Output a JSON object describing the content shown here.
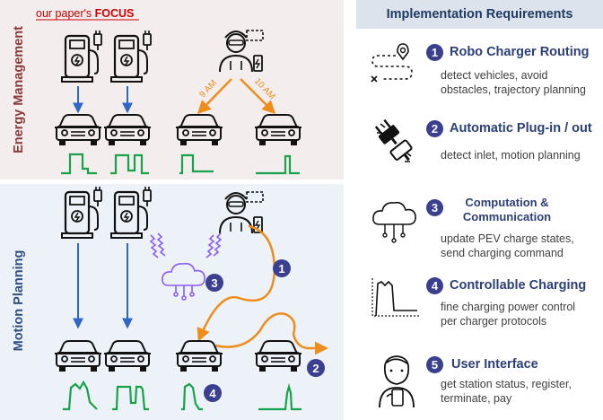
{
  "focus_label_prefix": "our paper's ",
  "focus_label_bold": "FOCUS",
  "left": {
    "top_section_label": "Energy Management",
    "bottom_section_label": "Motion Planning",
    "time_labels": [
      "9 AM",
      "10 AM"
    ],
    "step_numbers": [
      "1",
      "2",
      "3",
      "4"
    ]
  },
  "requirements": {
    "header": "Implementation Requirements",
    "items": [
      {
        "num": "1",
        "title": "Robo Charger Routing",
        "desc": [
          "detect vehicles, avoid",
          "obstacles, trajectory planning"
        ],
        "icon": "route-path-icon"
      },
      {
        "num": "2",
        "title": "Automatic Plug-in / out",
        "desc": [
          "detect inlet, motion planning"
        ],
        "icon": "plug-icon"
      },
      {
        "num": "3",
        "title": [
          "Computation &",
          "Communication"
        ],
        "desc": [
          "update PEV charge states,",
          "send charging command"
        ],
        "icon": "cloud-network-icon"
      },
      {
        "num": "4",
        "title": "Controllable Charging",
        "desc": [
          "fine charging power control",
          "per charger protocols"
        ],
        "icon": "charging-profile-icon"
      },
      {
        "num": "5",
        "title": "User Interface",
        "desc": [
          "get station status, register,",
          "terminate, pay"
        ],
        "icon": "user-phone-icon"
      }
    ]
  },
  "colors": {
    "top_bg": "#f4eded",
    "bottom_bg": "#edf2f8",
    "top_label": "#8b3a3a",
    "bottom_label": "#2e4f80",
    "blue_arrow": "#2e67c7",
    "orange_arrow": "#ee8d1b",
    "green_profile": "#16a34a",
    "purple": "#8b5cf6",
    "focus_red": "#cc0000",
    "number_badge": "#3b3f8f"
  }
}
